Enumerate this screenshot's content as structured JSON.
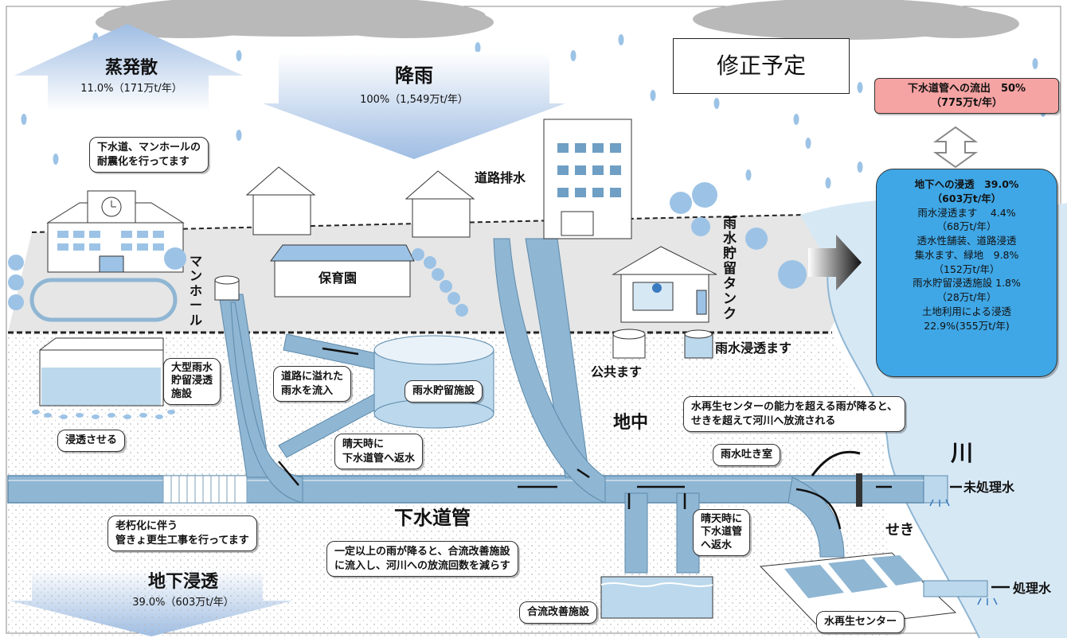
{
  "note": "修正予定",
  "top": {
    "evaporation": {
      "title": "蒸発散",
      "value": "11.0%（171万t/年）"
    },
    "rainfall": {
      "title": "降雨",
      "value": "100%（1,549万t/年）"
    },
    "underground": {
      "title": "地下浸透",
      "value": "39.0%（603万t/年）"
    }
  },
  "right_panel": {
    "outflow": {
      "line1": "下水道管への流出　50%",
      "line2": "（775万t/年）"
    },
    "infiltration": [
      "地下への浸透　39.0%",
      "（603万t/年）",
      "雨水浸透ます　 4.4%",
      "（68万t/年）",
      "透水性舗装、道路浸透",
      "集水ます、緑地　9.8%",
      "（152万t/年）",
      "雨水貯留浸透施設 1.8%",
      "（28万t/年）",
      "土地利用による浸透",
      "22.9%(355万t/年)"
    ]
  },
  "callouts": {
    "manhole_quake": [
      "下水道、マンホールの",
      "耐震化を行ってます"
    ],
    "road_overflow": [
      "道路に溢れた",
      "雨水を流入"
    ],
    "dry_return_left": [
      "晴天時に",
      "下水道管へ返水"
    ],
    "large_tank": [
      "大型雨水",
      "貯留浸透",
      "施設"
    ],
    "infiltrate": "浸透させる",
    "aging": [
      "老朽化に伴う",
      "管きょ更生工事を行ってます"
    ],
    "combined_rule": [
      "一定以上の雨が降ると、合流改善施設",
      "に流入し、河川への放流回数を減らす"
    ],
    "dry_return_right": [
      "晴天時に",
      "下水道管",
      "へ返水"
    ],
    "overflow_river": [
      "水再生センターの能力を超える雨が降ると、",
      "せきを超えて河川へ放流される"
    ],
    "storage_facility": "雨水貯留施設",
    "outlet_room": "雨水吐き室",
    "combined_facility": "合流改善施設",
    "reclamation_center": "水再生センター"
  },
  "labels": {
    "manhole": "マンホール",
    "nursery": "保育園",
    "road_drain": "道路排水",
    "rain_tank": "雨水貯留タンク",
    "public_basin": "公共ます",
    "infiltration_basin": "雨水浸透ます",
    "underground": "地中",
    "sewer_pipe": "下水道管",
    "river": "川",
    "untreated": "未処理水",
    "treated": "処理水",
    "weir": "せき"
  },
  "colors": {
    "pipe": "#8fb6d3",
    "water": "#bcd8ec",
    "cloud": "#b9b9b9",
    "outflow_box": "#f6a3a3",
    "infiltration_box": "#3fa7e6"
  }
}
